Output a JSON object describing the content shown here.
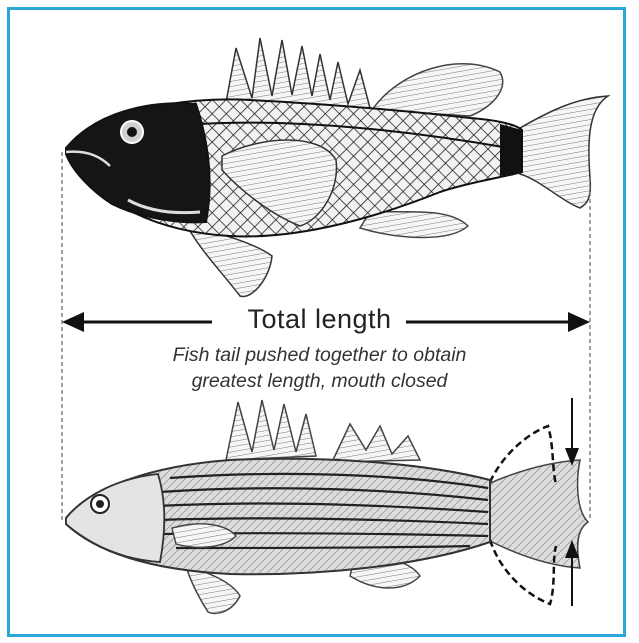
{
  "diagram": {
    "title": "Total length",
    "note_line1": "Fish tail pushed together to obtain",
    "note_line2": "greatest length, mouth closed"
  },
  "colors": {
    "border": "#2aa6da",
    "ink": "#222222"
  }
}
